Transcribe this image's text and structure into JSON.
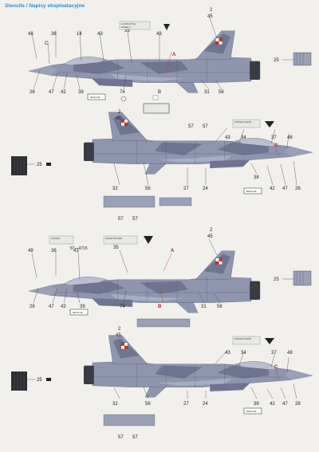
{
  "sheet": {
    "title": "Stencils / Napisy eksploatacyjne",
    "serial": "87—4715",
    "stencil_text": "RESCUE"
  },
  "views": [
    {
      "id": "top-left",
      "labels": [
        "48",
        "36",
        "14",
        "43",
        "35",
        "43",
        "2",
        "45",
        "C",
        "26",
        "47",
        "42",
        "39",
        "74",
        "B",
        "31",
        "56",
        "A"
      ]
    },
    {
      "id": "second-right",
      "labels": [
        "2",
        "45",
        "57",
        "57",
        "43",
        "34",
        "37",
        "48",
        "32",
        "56",
        "27",
        "24",
        "38",
        "42",
        "47",
        "26",
        "C"
      ]
    },
    {
      "id": "third-left",
      "labels": [
        "48",
        "36",
        "43",
        "35",
        "A",
        "2",
        "45",
        "26",
        "47",
        "42",
        "39",
        "74",
        "B",
        "31",
        "56"
      ]
    },
    {
      "id": "bottom-right",
      "labels": [
        "2",
        "45",
        "43",
        "34",
        "37",
        "48",
        "C",
        "32",
        "56",
        "27",
        "24",
        "38",
        "42",
        "47",
        "28",
        "57",
        "57"
      ]
    }
  ],
  "side_details": {
    "right_top": "25",
    "left_mid": "25",
    "right_mid": "25",
    "left_bottom": "25"
  },
  "markings": {
    "red": "#c0302a",
    "white": "#ffffff",
    "camo_dark": "#6f7590",
    "camo_mid": "#8e95ad"
  }
}
